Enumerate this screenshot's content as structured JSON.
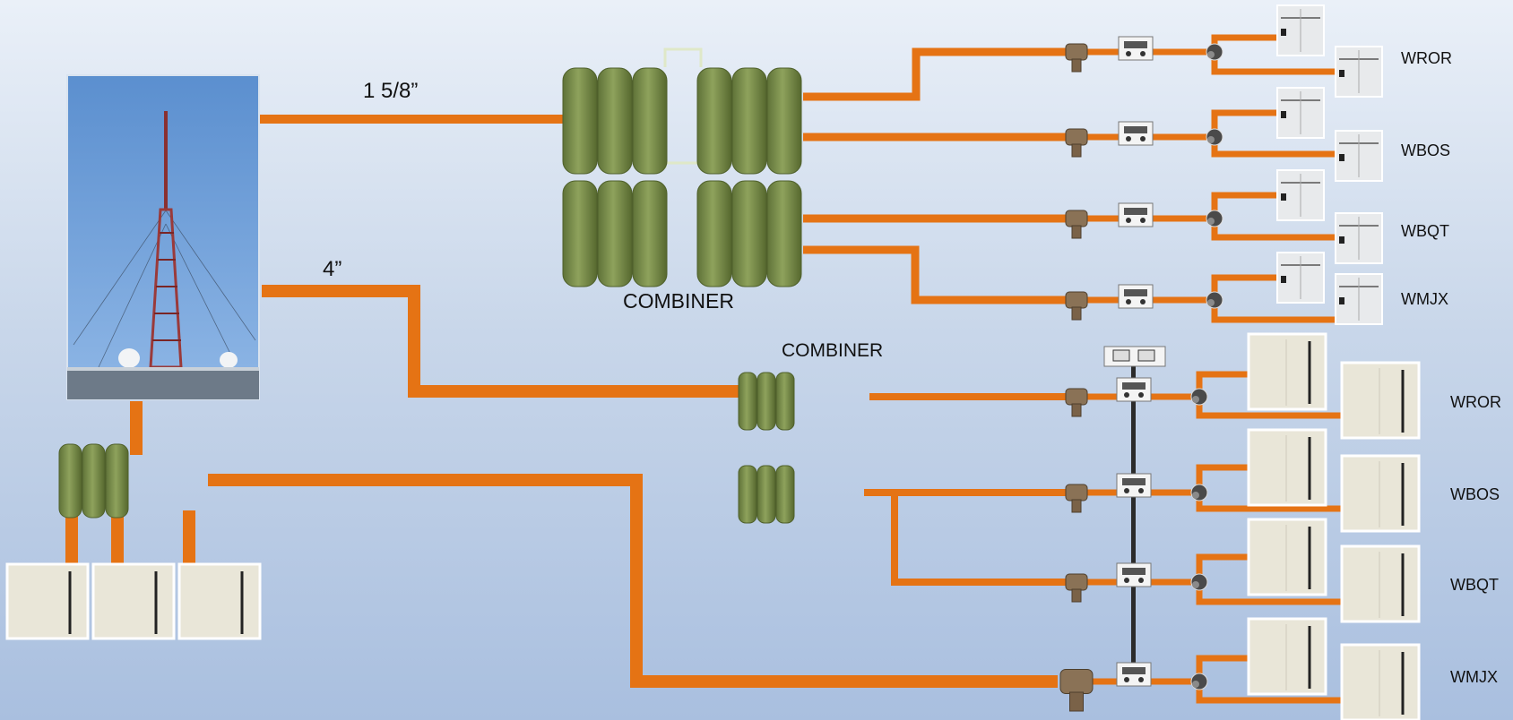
{
  "cable_labels": {
    "main": "1 5/8”",
    "aux": "4”"
  },
  "combiner_labels": {
    "upper": "COMBINER",
    "lower": "COMBINER"
  },
  "upper_stations": [
    "WROR",
    "WBOS",
    "WBQT",
    "WMJX"
  ],
  "lower_stations": [
    "WROR",
    "WBOS",
    "WBQT",
    "WMJX"
  ],
  "colors": {
    "coax": "#e57314",
    "filter_can": "#7a8f4e",
    "filter_can_dark": "#5a6d36",
    "transmitter_small": "#e8eaec",
    "transmitter_large": "#e9e6d8",
    "monitor_bar": "#2b2b2b"
  },
  "icons": {
    "tower": "broadcast-tower-photo",
    "can": "cavity-filter-icon",
    "tee": "coax-tee-icon",
    "switch": "coax-switch-icon",
    "meter": "rf-wattmeter-icon",
    "tx": "transmitter-cabinet-icon"
  }
}
